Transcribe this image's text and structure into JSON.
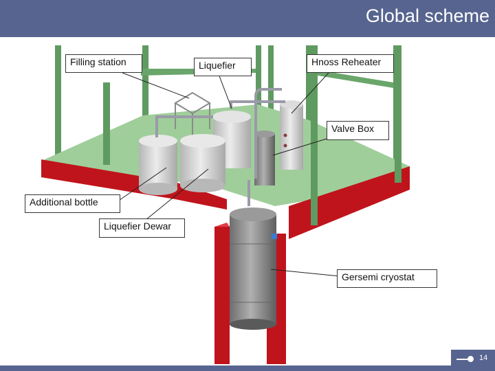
{
  "header": {
    "title": "Global scheme"
  },
  "labels": {
    "filling_station": "Filling station",
    "liquefier": "Liquefier",
    "hnoss_reheater": "Hnoss Reheater",
    "valve_box": "Valve Box",
    "additional_bottle": "Additional bottle",
    "liquefier_dewar": "Liquefier Dewar",
    "gersemi_cryostat": "Gersemi cryostat"
  },
  "footer": {
    "page_number": "14"
  },
  "colors": {
    "header": "#56648f",
    "floor": "#9fce9a",
    "frame": "#5f9a61",
    "wall": "#c0141c",
    "tank": "#c9c9c9",
    "steel": "#8d8d8d"
  }
}
